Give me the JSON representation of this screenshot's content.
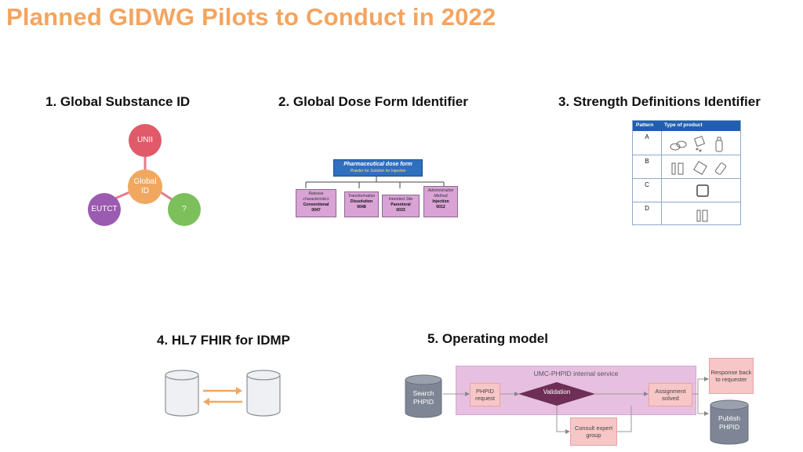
{
  "title": "Planned GIDWG Pilots to Conduct in 2022",
  "sections": {
    "s1": {
      "title": "1. Global Substance ID",
      "nodes": {
        "center": "Global ID",
        "top": "UNII",
        "left": "EUTCT",
        "right": "?"
      }
    },
    "s2": {
      "title": "2. Global Dose Form Identifier",
      "top_box": {
        "title": "Pharmaceutical dose form",
        "subtitle": "Powder for Solution for Injection"
      },
      "children": [
        {
          "category": "Release characteristics",
          "value": "Conventional",
          "code": "0047"
        },
        {
          "category": "Transformation",
          "value": "Dissolution",
          "code": "0048"
        },
        {
          "category": "Intended Site",
          "value": "Parenteral",
          "code": "0033"
        },
        {
          "category": "Administration Method",
          "value": "Injection",
          "code": "0012"
        }
      ]
    },
    "s3": {
      "title": "3. Strength Definitions Identifier",
      "table": {
        "headers": [
          "Pattern",
          "Type of product"
        ],
        "rows": [
          {
            "pattern": "A",
            "icons": [
              "pills-icon",
              "sachet-icon",
              "bottle-icon"
            ]
          },
          {
            "pattern": "B",
            "icons": [
              "vials-icon",
              "patch-icon",
              "dropper-icon"
            ]
          },
          {
            "pattern": "C",
            "icons": [
              "plaster-icon"
            ]
          },
          {
            "pattern": "D",
            "icons": [
              "ampoule-icon"
            ]
          }
        ]
      }
    },
    "s4": {
      "title": "4. HL7 FHIR for IDMP"
    },
    "s5": {
      "title": "5. Operating model",
      "service_label": "UMC-PHPID internal service",
      "search": "Search PHPID",
      "request": "PHPID request",
      "validation": "Validation",
      "assignment": "Assignment solved",
      "consult": "Consult expert group",
      "response": "Response back to requester",
      "publish": "Publish PHPID"
    }
  },
  "colors": {
    "title": "#F4A460",
    "unii": "#E05A6A",
    "global_id": "#F0A860",
    "eutct": "#9B5BB0",
    "unknown": "#7BC05A",
    "dose_form_header": "#2F6FC0",
    "dose_form_child": "#D9A3D6",
    "table_header": "#1F5FAF",
    "service_bg": "#E7BFE0",
    "validation": "#6E2E55",
    "pink_box": "#F7C6C6",
    "cylinder_gray": "#7E8695",
    "arrow": "#F0A860"
  }
}
